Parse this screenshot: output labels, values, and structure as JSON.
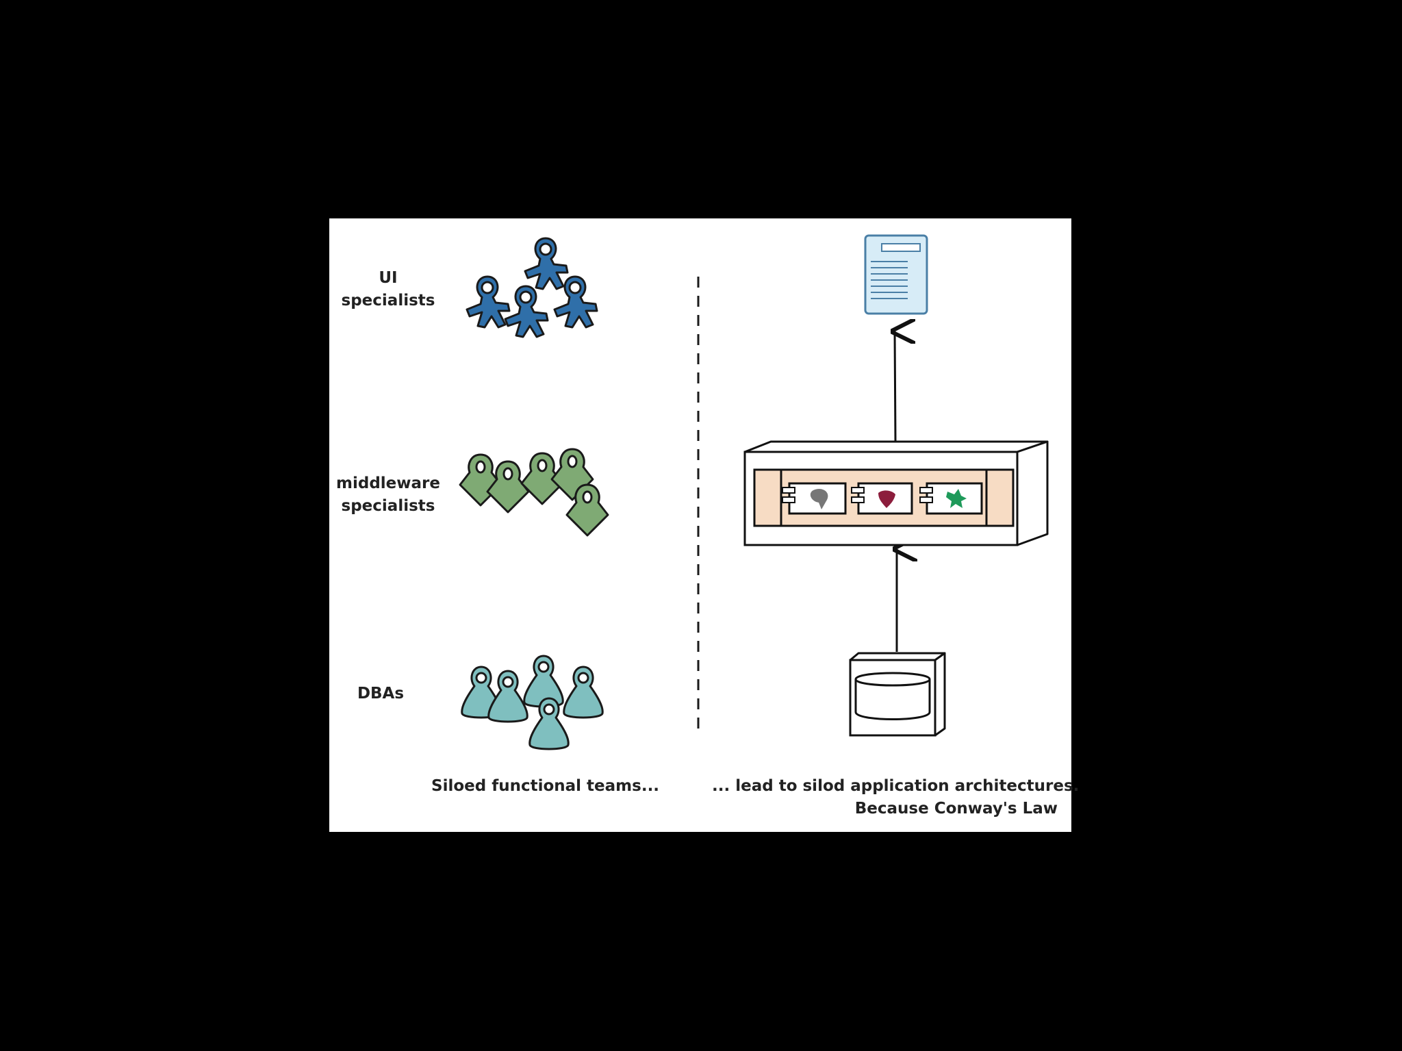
{
  "teams": [
    {
      "line1": "UI",
      "line2": "specialists"
    },
    {
      "line1": "middleware",
      "line2": "specialists"
    },
    {
      "line1": "DBAs",
      "line2": ""
    }
  ],
  "captions": {
    "left": "Siloed functional teams...",
    "right_line1": "... lead to silod application architectures.",
    "right_line2": "Because Conway's Law"
  },
  "colors": {
    "background": "#000000",
    "panel": "#ffffff",
    "ui_team": "#2f6fa9",
    "middleware_team": "#7faa74",
    "dba_team": "#7fbfbf",
    "app_server_fill": "#f7dcc4",
    "document": "#d7ecf7"
  },
  "icons": [
    "ui-team-people-icon",
    "middleware-team-people-icon",
    "dba-team-people-icon",
    "ui-document-icon",
    "app-server-icon",
    "component-plugin-icon",
    "database-server-icon"
  ]
}
